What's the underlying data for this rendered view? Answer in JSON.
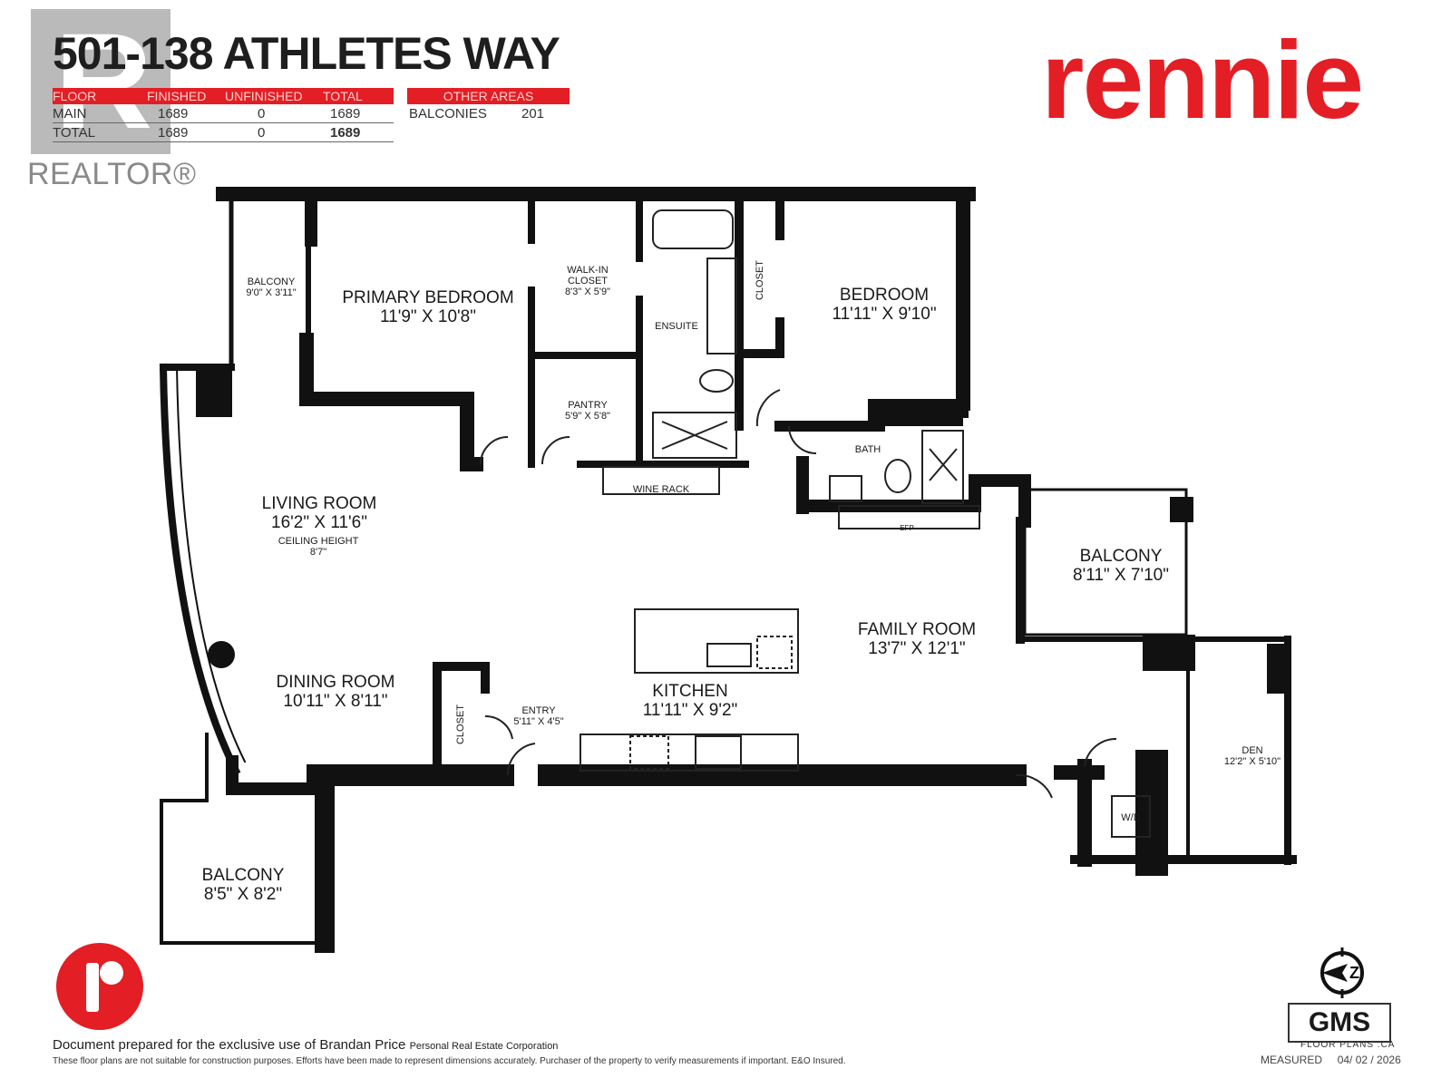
{
  "header": {
    "address": "501-138 ATHLETES WAY",
    "brand": "rennie"
  },
  "area_table": {
    "columns": [
      "FLOOR",
      "FINISHED",
      "UNFINISHED",
      "TOTAL"
    ],
    "rows": [
      {
        "floor": "MAIN",
        "finished": "1689",
        "unfinished": "0",
        "total": "1689"
      },
      {
        "floor": "TOTAL",
        "finished": "1689",
        "unfinished": "0",
        "total": "1689"
      }
    ]
  },
  "other_areas": {
    "header": "OTHER AREAS",
    "rows": [
      {
        "name": "BALCONIES",
        "value": "201"
      }
    ]
  },
  "watermark": {
    "letter": "R",
    "text": "REALTOR®"
  },
  "rooms": {
    "balcony_nw": {
      "name": "BALCONY",
      "dims": "9'0\" X 3'11\""
    },
    "primary_bedroom": {
      "name": "PRIMARY BEDROOM",
      "dims": "11'9\" X 10'8\""
    },
    "walk_in_closet": {
      "name": "WALK-IN CLOSET",
      "dims": "8'3\" X 5'9\""
    },
    "ensuite": {
      "name": "ENSUITE"
    },
    "closet_bedroom": {
      "name": "CLOSET"
    },
    "bedroom": {
      "name": "BEDROOM",
      "dims": "11'11\" X 9'10\""
    },
    "pantry": {
      "name": "PANTRY",
      "dims": "5'9\" X 5'8\""
    },
    "bath": {
      "name": "BATH"
    },
    "wine_rack": {
      "name": "WINE RACK"
    },
    "efp": {
      "name": "EFP"
    },
    "living_room": {
      "name": "LIVING ROOM",
      "dims": "16'2\" X 11'6\"",
      "note": "CEILING HEIGHT",
      "note_value": "8'7\""
    },
    "balcony_e": {
      "name": "BALCONY",
      "dims": "8'11\" X 7'10\""
    },
    "family_room": {
      "name": "FAMILY ROOM",
      "dims": "13'7\" X 12'1\""
    },
    "dining_room": {
      "name": "DINING ROOM",
      "dims": "10'11\" X 8'11\""
    },
    "closet_entry": {
      "name": "CLOSET"
    },
    "entry": {
      "name": "ENTRY",
      "dims": "5'11\" X 4'5\""
    },
    "kitchen": {
      "name": "KITCHEN",
      "dims": "11'11\" X 9'2\""
    },
    "den": {
      "name": "DEN",
      "dims": "12'2\" X 5'10\""
    },
    "wd": {
      "name": "W/D"
    },
    "balcony_sw": {
      "name": "BALCONY",
      "dims": "8'5\" X 8'2\""
    }
  },
  "footer": {
    "prepared": "Document prepared for the exclusive use of Brandan Price",
    "prepared_small": "Personal Real Estate Corporation",
    "disclaimer": "These floor plans are not suitable for construction purposes. Efforts have been made to represent dimensions accurately.  Purchaser of the property to verify measurements if important.  E&O Insured.",
    "gms": "GMS",
    "gms_sub": "FLOOR PLANS .CA",
    "measured_label": "MEASURED",
    "measured_date": "04/ 02 / 2026"
  },
  "colors": {
    "brand_red": "#e31e24",
    "wall": "#111111"
  }
}
